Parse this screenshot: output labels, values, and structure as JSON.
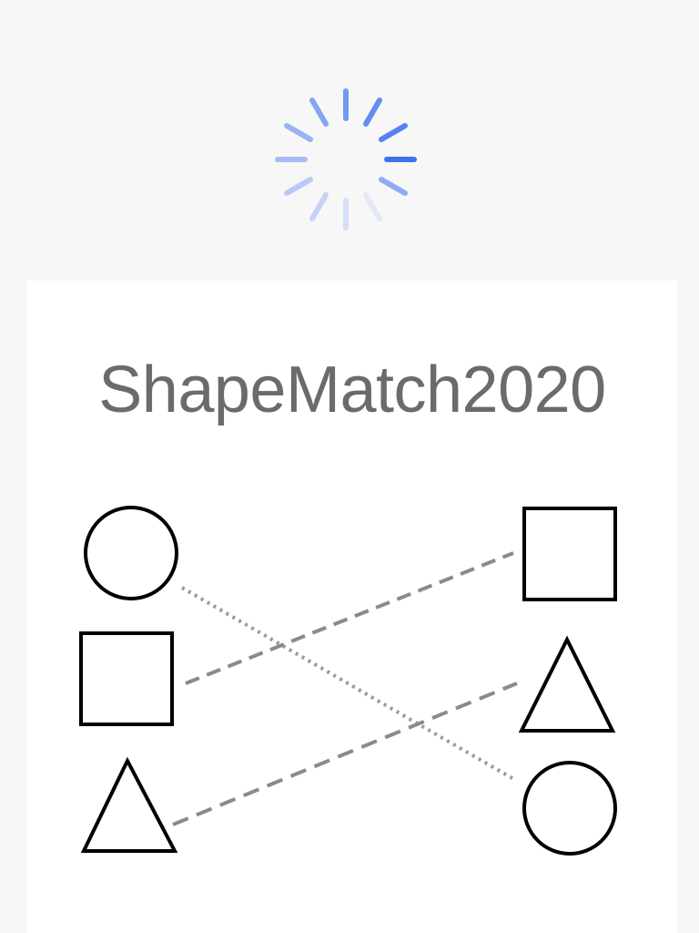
{
  "spinner": {
    "name": "loading-spinner",
    "accent": "#3b6ef0"
  },
  "app": {
    "title": "ShapeMatch2020"
  },
  "diagram": {
    "left_shapes": [
      "circle",
      "square",
      "triangle"
    ],
    "right_shapes": [
      "square",
      "triangle",
      "circle"
    ],
    "connections": [
      {
        "from": "circle",
        "to": "circle",
        "style": "dotted"
      },
      {
        "from": "square",
        "to": "square",
        "style": "dashed"
      },
      {
        "from": "triangle",
        "to": "triangle",
        "style": "dashed"
      }
    ],
    "line_color": "#8a8a8a",
    "shape_color": "#000000"
  }
}
